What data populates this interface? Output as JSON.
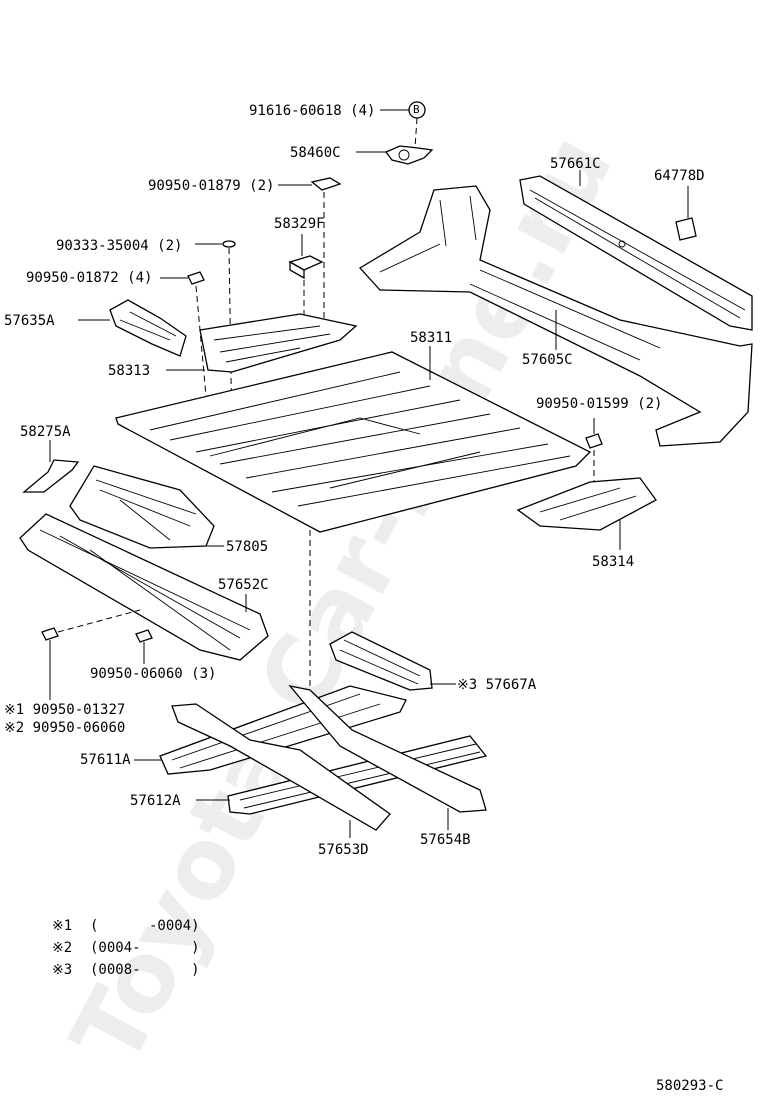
{
  "watermark": "Toyota-Car-Mine.ru",
  "labels": {
    "p91616": "91616-60618 (4)",
    "p58460c": "58460C",
    "p90950_01879": "90950-01879 (2)",
    "p58329f": "58329F",
    "p90333": "90333-35004 (2)",
    "p90950_01872": "90950-01872 (4)",
    "p57635a": "57635A",
    "p58313": "58313",
    "p58311": "58311",
    "p57661c": "57661C",
    "p64778d": "64778D",
    "p57605c": "57605C",
    "p90950_01599": "90950-01599 (2)",
    "p58314": "58314",
    "p58275a": "58275A",
    "p57805": "57805",
    "p57652c": "57652C",
    "p90950_06060": "90950-06060 (3)",
    "p90950_01327": "※1 90950-01327",
    "p90950_06060b": "※2 90950-06060",
    "p57667a": "※3 57667A",
    "p57611a": "57611A",
    "p57612a": "57612A",
    "p57653d": "57653D",
    "p57654b": "57654B",
    "marker_b": "B"
  },
  "notes": [
    {
      "mark": "※1",
      "text": "(      -0004)"
    },
    {
      "mark": "※2",
      "text": "(0004-      )"
    },
    {
      "mark": "※3",
      "text": "(0008-      )"
    }
  ],
  "diagram_id": "580293-C"
}
